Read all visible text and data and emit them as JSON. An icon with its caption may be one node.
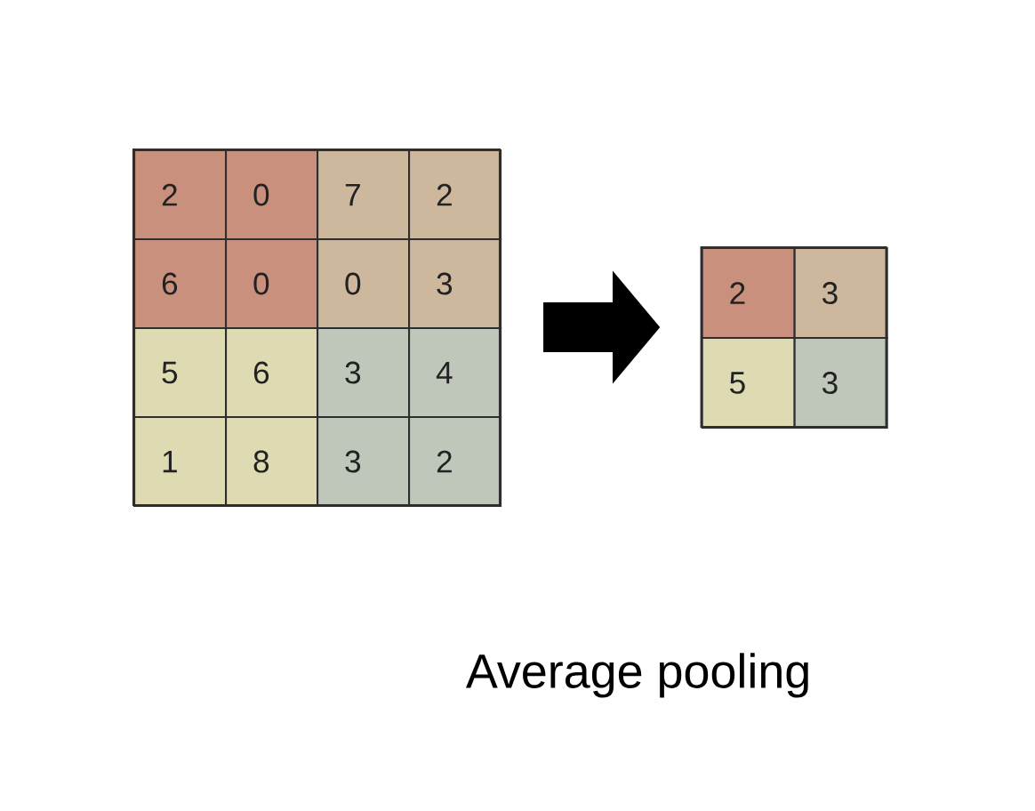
{
  "diagram": {
    "caption": "Average pooling",
    "nodes": [
      {
        "text": [],
        "shape": "box"
      },
      {
        "text": [
          "2"
        ],
        "in": 0
      },
      {
        "text": [
          "0"
        ],
        "in": 0
      },
      {
        "text": [
          "7"
        ],
        "in": 0
      },
      {
        "text": [
          "2"
        ],
        "in": 0
      },
      {
        "text": [
          "6"
        ],
        "in": 0
      },
      {
        "text": [
          "0"
        ],
        "in": 0
      },
      {
        "text": [
          "0"
        ],
        "in": 0
      },
      {
        "text": [
          "3"
        ],
        "in": 0
      },
      {
        "text": [
          "5"
        ],
        "in": 0
      },
      {
        "text": [
          "6"
        ],
        "in": 0
      },
      {
        "text": [
          "3"
        ],
        "in": 0
      },
      {
        "text": [
          "4"
        ],
        "in": 0
      },
      {
        "text": [
          "1"
        ],
        "in": 0
      },
      {
        "text": [
          "8"
        ],
        "in": 0
      },
      {
        "text": [
          "3"
        ],
        "in": 0
      },
      {
        "text": [
          "2"
        ],
        "in": 0
      },
      {
        "text": [],
        "shape": "box"
      },
      {
        "text": [
          "2"
        ],
        "in": 17
      },
      {
        "text": [
          "3"
        ],
        "in": 17
      },
      {
        "text": [
          "5"
        ],
        "in": 17
      },
      {
        "text": [
          "3"
        ],
        "in": 17
      }
    ],
    "edges": [
      {
        "from": 0,
        "to": 17,
        "arrow": "to"
      }
    ]
  }
}
